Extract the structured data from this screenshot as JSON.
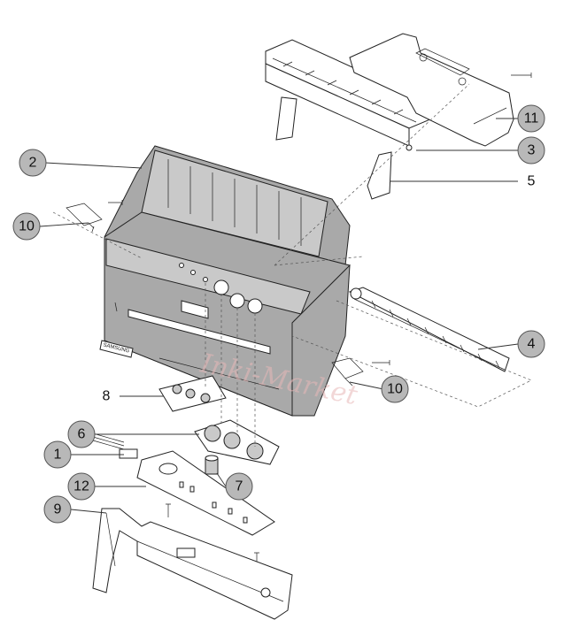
{
  "diagram": {
    "callouts": [
      {
        "id": "c2",
        "label": "2"
      },
      {
        "id": "c10a",
        "label": "10"
      },
      {
        "id": "c11",
        "label": "11"
      },
      {
        "id": "c3",
        "label": "3"
      },
      {
        "id": "c5",
        "label": "5"
      },
      {
        "id": "c4",
        "label": "4"
      },
      {
        "id": "c10b",
        "label": "10"
      },
      {
        "id": "c6",
        "label": "6"
      },
      {
        "id": "c1",
        "label": "1"
      },
      {
        "id": "c7",
        "label": "7"
      },
      {
        "id": "c12",
        "label": "12"
      },
      {
        "id": "c9",
        "label": "9"
      }
    ],
    "plain_labels": [
      {
        "id": "p8",
        "label": "8"
      }
    ],
    "nameplate_text": "SAMSUNG",
    "watermark_text": "Inki-Market",
    "colors": {
      "callout_fill": "#b8b8b8",
      "housing_fill": "#a9a9a9",
      "watermark": "#e8b8b8"
    }
  }
}
